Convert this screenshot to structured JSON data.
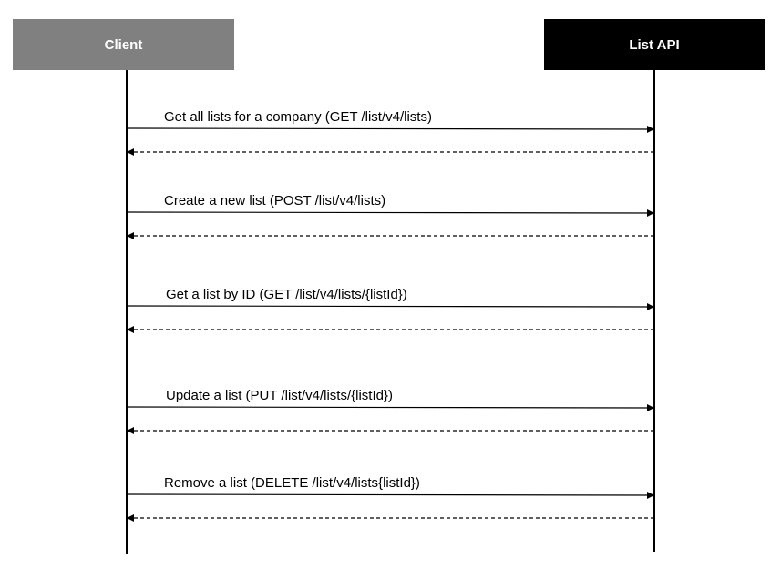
{
  "participants": [
    {
      "id": "client",
      "label": "Client",
      "color": "#808080"
    },
    {
      "id": "list-api",
      "label": "List API",
      "color": "#000000"
    }
  ],
  "messages": [
    {
      "label": "Get all lists for a company (GET /list/v4/lists)",
      "from": "client",
      "to": "list-api"
    },
    {
      "label": "Create a new list (POST /list/v4/lists)",
      "from": "client",
      "to": "list-api"
    },
    {
      "label": "Get a list by ID (GET /list/v4/lists/{listId})",
      "from": "client",
      "to": "list-api"
    },
    {
      "label": "Update a list (PUT /list/v4/lists/{listId})",
      "from": "client",
      "to": "list-api"
    },
    {
      "label": "Remove a list (DELETE /list/v4/lists{listId})",
      "from": "client",
      "to": "list-api"
    }
  ],
  "colors": {
    "line": "#000000",
    "label_text": "#000000",
    "actor_text": "#ffffff"
  }
}
